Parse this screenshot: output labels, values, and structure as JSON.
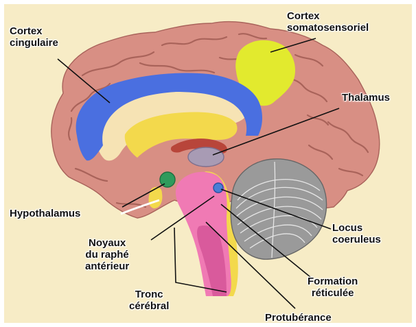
{
  "labels": {
    "cortex_cingulaire": "Cortex\ncingulaire",
    "cortex_somatosensoriel": "Cortex\nsomatosensoriel",
    "thalamus": "Thalamus",
    "hypothalamus": "Hypothalamus",
    "locus_coeruleus": "Locus\ncoeruleus",
    "noyaux_raphe": "Noyaux\ndu raphé\nantérieur",
    "formation_reticulee": "Formation\nréticulée",
    "tronc_cerebral": "Tronc\ncérébral",
    "protuberance": "Protubérance"
  },
  "colors": {
    "background": "#f7ecc6",
    "cortex": "#d88f84",
    "cingulate": "#4a6fe0",
    "somatosensory": "#e2ea2e",
    "thalamus": "#a89bb4",
    "hypothalamus": "#2f9b5c",
    "brainstem": "#f07ab4",
    "reticular": "#f3d94c",
    "cerebellum": "#9a9a9a",
    "locus": "#4a7ed6"
  }
}
